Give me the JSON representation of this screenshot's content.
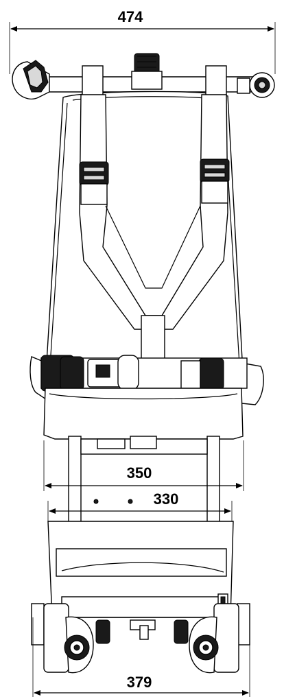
{
  "dimensions": {
    "top_width": "474",
    "base_width": "350",
    "inner_width": "330",
    "wheel_width": "379"
  }
}
